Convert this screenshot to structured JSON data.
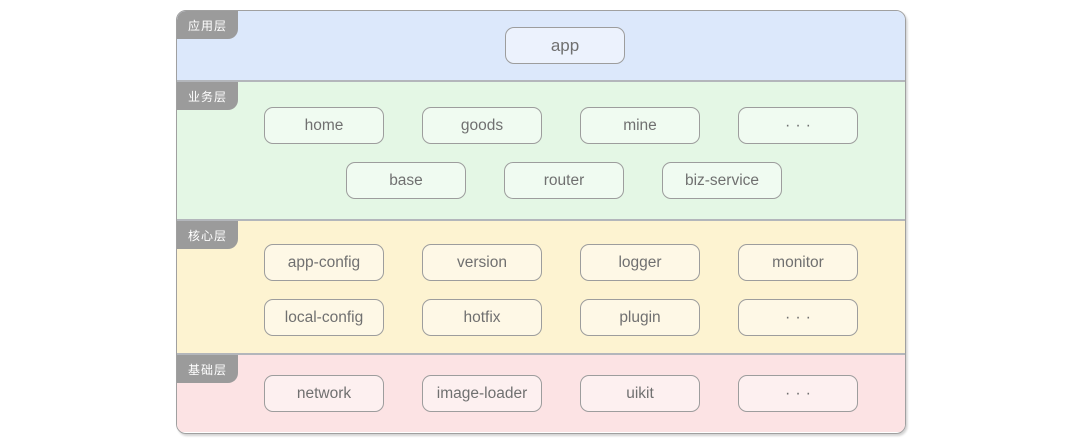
{
  "diagram": {
    "layers": [
      {
        "id": "application",
        "tab": "应用层",
        "bg": "#dce8fb",
        "rows": [
          [
            "app"
          ]
        ]
      },
      {
        "id": "business",
        "tab": "业务层",
        "bg": "#e4f7e5",
        "rows": [
          [
            "home",
            "goods",
            "mine",
            "···"
          ],
          [
            "base",
            "router",
            "biz-service"
          ]
        ]
      },
      {
        "id": "core",
        "tab": "核心层",
        "bg": "#fdf3d1",
        "rows": [
          [
            "app-config",
            "version",
            "logger",
            "monitor"
          ],
          [
            "local-config",
            "hotfix",
            "plugin",
            "···"
          ]
        ]
      },
      {
        "id": "foundation",
        "tab": "基础层",
        "bg": "#fce3e4",
        "rows": [
          [
            "network",
            "image-loader",
            "uikit",
            "···"
          ]
        ]
      }
    ],
    "colors": {
      "application_bg": "#dce8fb",
      "business_bg": "#e4f7e5",
      "core_bg": "#fdf3d1",
      "foundation_bg": "#fce3e4",
      "tab_bg": "#9b9b9b",
      "tab_text": "#ffffff",
      "box_border": "#9d9d9d",
      "box_text": "#707070",
      "outer_border": "#a0a0a0",
      "layer_separator": "#b3b6bb"
    }
  }
}
